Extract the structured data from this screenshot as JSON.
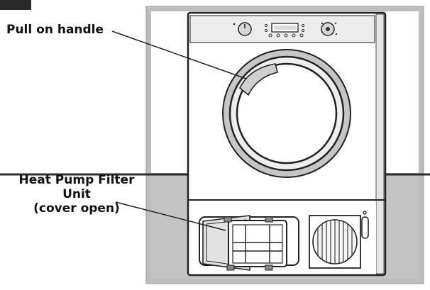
{
  "labels": {
    "handle": "Pull on handle",
    "filter_line1": "Heat Pump Filter",
    "filter_line2": "Unit",
    "filter_line3": "(cover open)"
  },
  "icons": {
    "control_knob": "knob-icon",
    "display": "lcd-display-icon",
    "selector": "selector-dial-icon",
    "door": "circular-door-icon",
    "filter": "filter-unit-icon",
    "grille": "vent-grille-icon"
  },
  "colors": {
    "panel_background": "#bdbdbd",
    "floor_line": "#2b2b2b",
    "appliance": "#ffffff",
    "outline": "#222222"
  }
}
